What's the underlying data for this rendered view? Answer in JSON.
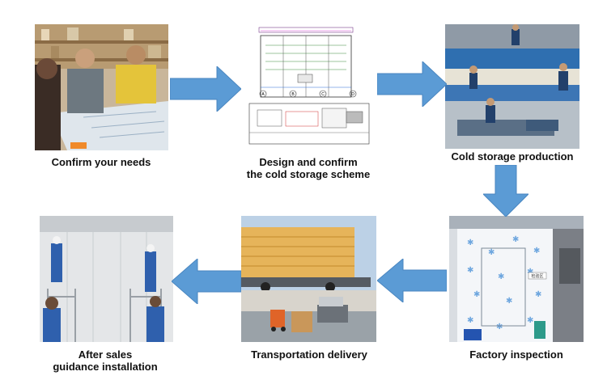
{
  "steps": [
    {
      "label": "Confirm your needs",
      "icon": "consultation-photo"
    },
    {
      "line1": "Design and confirm",
      "line2": "the cold storage scheme",
      "icon": "floor-plan-drawing"
    },
    {
      "label": "Cold storage production",
      "icon": "factory-workshop-photo"
    },
    {
      "label": "Factory inspection",
      "icon": "cold-room-door-photo"
    },
    {
      "label": "Transportation delivery",
      "icon": "truck-and-forklift-photo"
    },
    {
      "line1": "After sales",
      "line2": "guidance installation",
      "icon": "installation-workers-photo"
    }
  ],
  "drawing": {
    "grid_labels": [
      "A",
      "B",
      "C",
      "D"
    ]
  },
  "inspection_sign": "检验区",
  "colors": {
    "arrow": "#5b9bd5",
    "arrow_stroke": "#4a86c0",
    "caption": "#111111"
  }
}
